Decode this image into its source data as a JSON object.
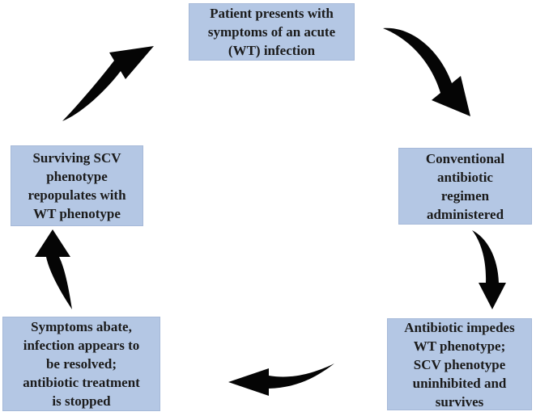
{
  "diagram": {
    "type": "cycle-diagram",
    "colors": {
      "background": "#ffffff",
      "node_fill": "#b4c7e4",
      "node_border": "#a6b9d8",
      "node_text": "#1b1b1b",
      "arrow": "#050505"
    },
    "nodes": [
      {
        "id": "patient-infection",
        "lines": [
          "Patient presents with",
          "symptoms of an acute",
          "(WT) infection"
        ]
      },
      {
        "id": "antibiotic-administered",
        "lines": [
          "Conventional",
          "antibiotic",
          "regimen",
          "administered"
        ]
      },
      {
        "id": "scv-survives",
        "lines": [
          "Antibiotic impedes",
          "WT phenotype;",
          "SCV phenotype",
          "uninhibited and",
          "survives"
        ]
      },
      {
        "id": "treatment-stopped",
        "lines": [
          "Symptoms abate,",
          "infection appears to",
          "be resolved;",
          "antibiotic treatment",
          "is stopped"
        ]
      },
      {
        "id": "scv-repopulates",
        "lines": [
          "Surviving SCV",
          "phenotype",
          "repopulates with",
          "WT phenotype"
        ]
      }
    ],
    "arrows": [
      {
        "name": "curved-arrow-down-right",
        "from": "patient-infection",
        "to": "antibiotic-administered"
      },
      {
        "name": "curved-arrow-down",
        "from": "antibiotic-administered",
        "to": "scv-survives"
      },
      {
        "name": "curved-arrow-left",
        "from": "scv-survives",
        "to": "treatment-stopped"
      },
      {
        "name": "curved-arrow-up",
        "from": "treatment-stopped",
        "to": "scv-repopulates"
      },
      {
        "name": "curved-arrow-up-right",
        "from": "scv-repopulates",
        "to": "patient-infection"
      }
    ]
  }
}
